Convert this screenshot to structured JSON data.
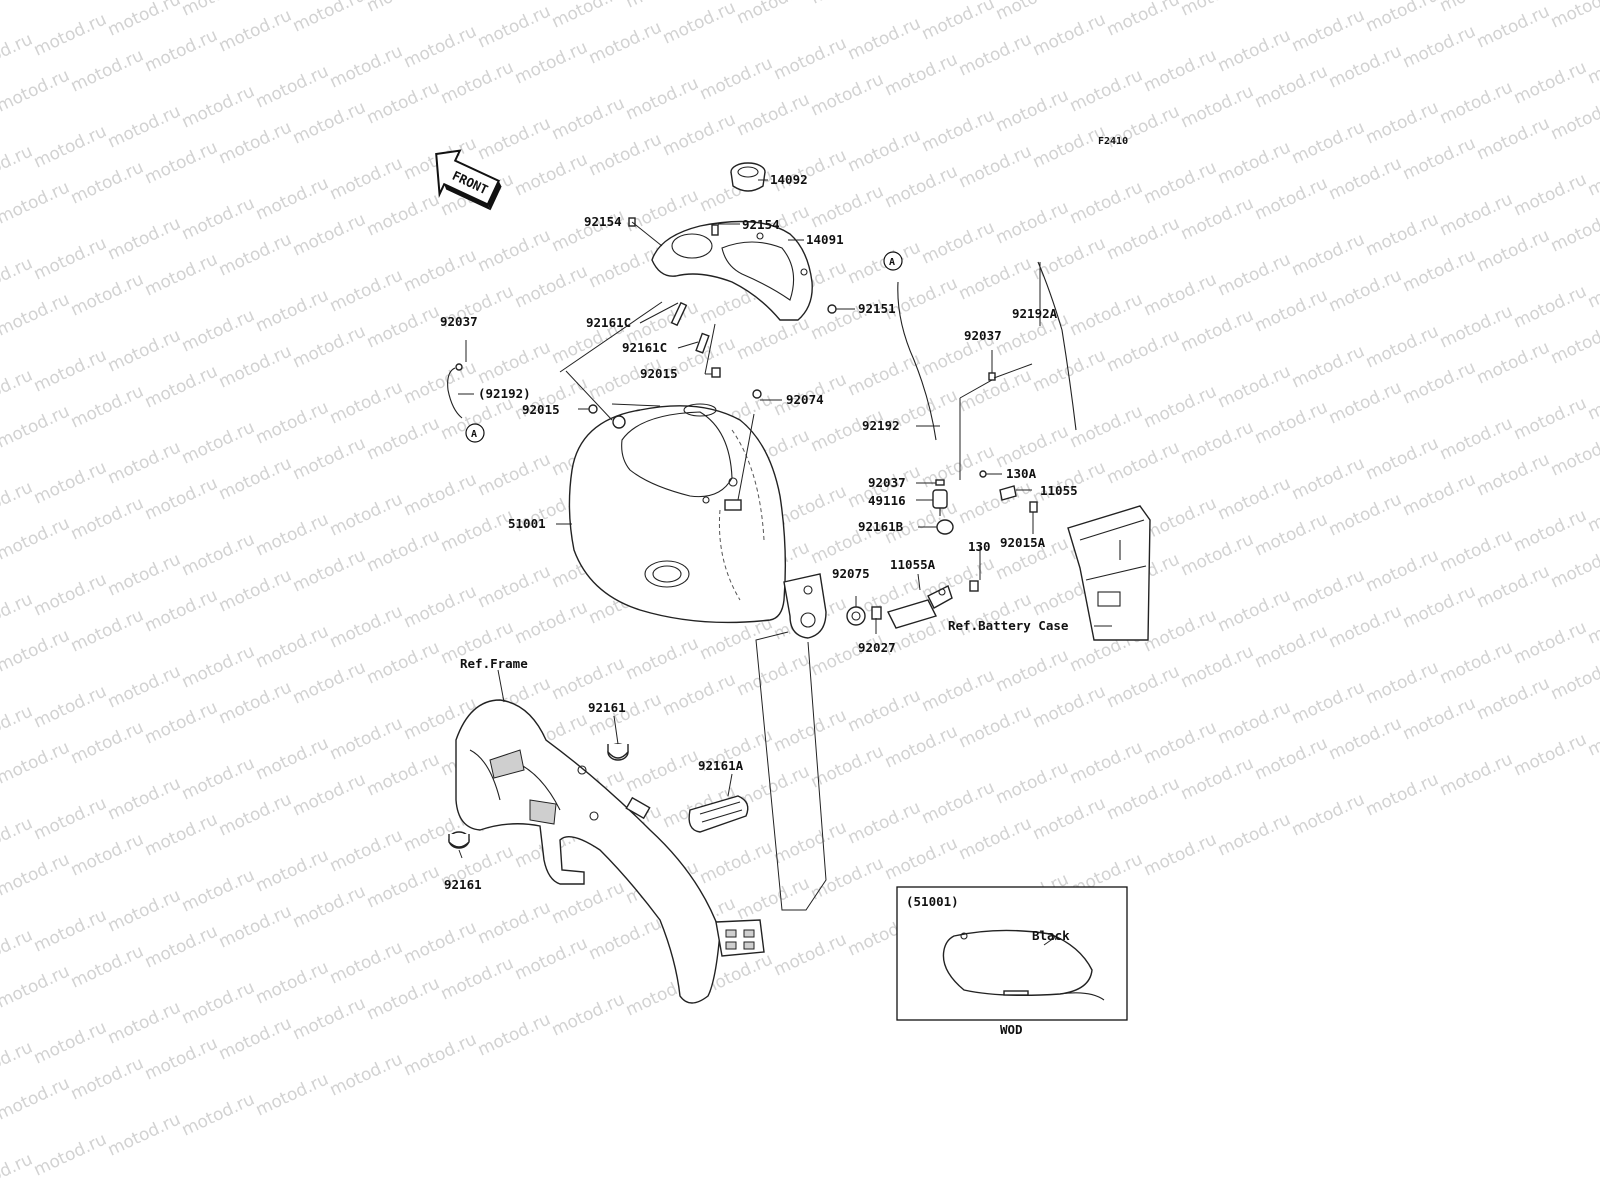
{
  "figure_code": "F2410",
  "watermark": "motod.ru",
  "direction_arrow": "FRONT",
  "inset": {
    "part_ref": "(51001)",
    "color_label": "Black",
    "model_code": "WOD"
  },
  "labels": {
    "p14092": "14092",
    "p92154_left": "92154",
    "p92154_right": "92154",
    "p14091": "14091",
    "p92151": "92151",
    "p92161C_upper": "92161C",
    "p92161C_lower": "92161C",
    "p92015_center": "92015",
    "p92015_left": "92015",
    "p92074": "92074",
    "p92037_left": "92037",
    "p92192_paren": "(92192)",
    "circle_a_left": "A",
    "p51001": "51001",
    "p92037_upper_right": "92037",
    "p92192A": "92192A",
    "circle_a_right": "A",
    "p92192": "92192",
    "p92037_mid_right": "92037",
    "p49116": "49116",
    "p92161B": "92161B",
    "p130A": "130A",
    "p11055": "11055",
    "p92015A": "92015A",
    "p130": "130",
    "p92075": "92075",
    "p11055A": "11055A",
    "p92027": "92027",
    "ref_battery_case": "Ref.Battery Case",
    "ref_frame": "Ref.Frame",
    "p92161_upper": "92161",
    "p92161A": "92161A",
    "p92161_lower": "92161"
  }
}
